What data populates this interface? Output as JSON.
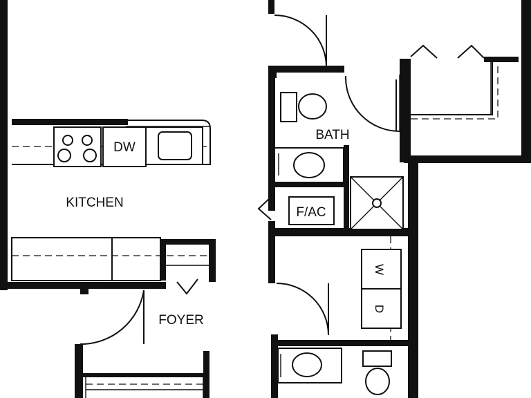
{
  "rooms": {
    "kitchen": "KITCHEN",
    "bath": "BATH",
    "foyer": "FOYER"
  },
  "fixtures": {
    "dishwasher": "DW",
    "furnace_ac": "F/AC",
    "washer": "W",
    "dryer": "D"
  },
  "colors": {
    "ink": "#111111",
    "background": "#ffffff"
  }
}
